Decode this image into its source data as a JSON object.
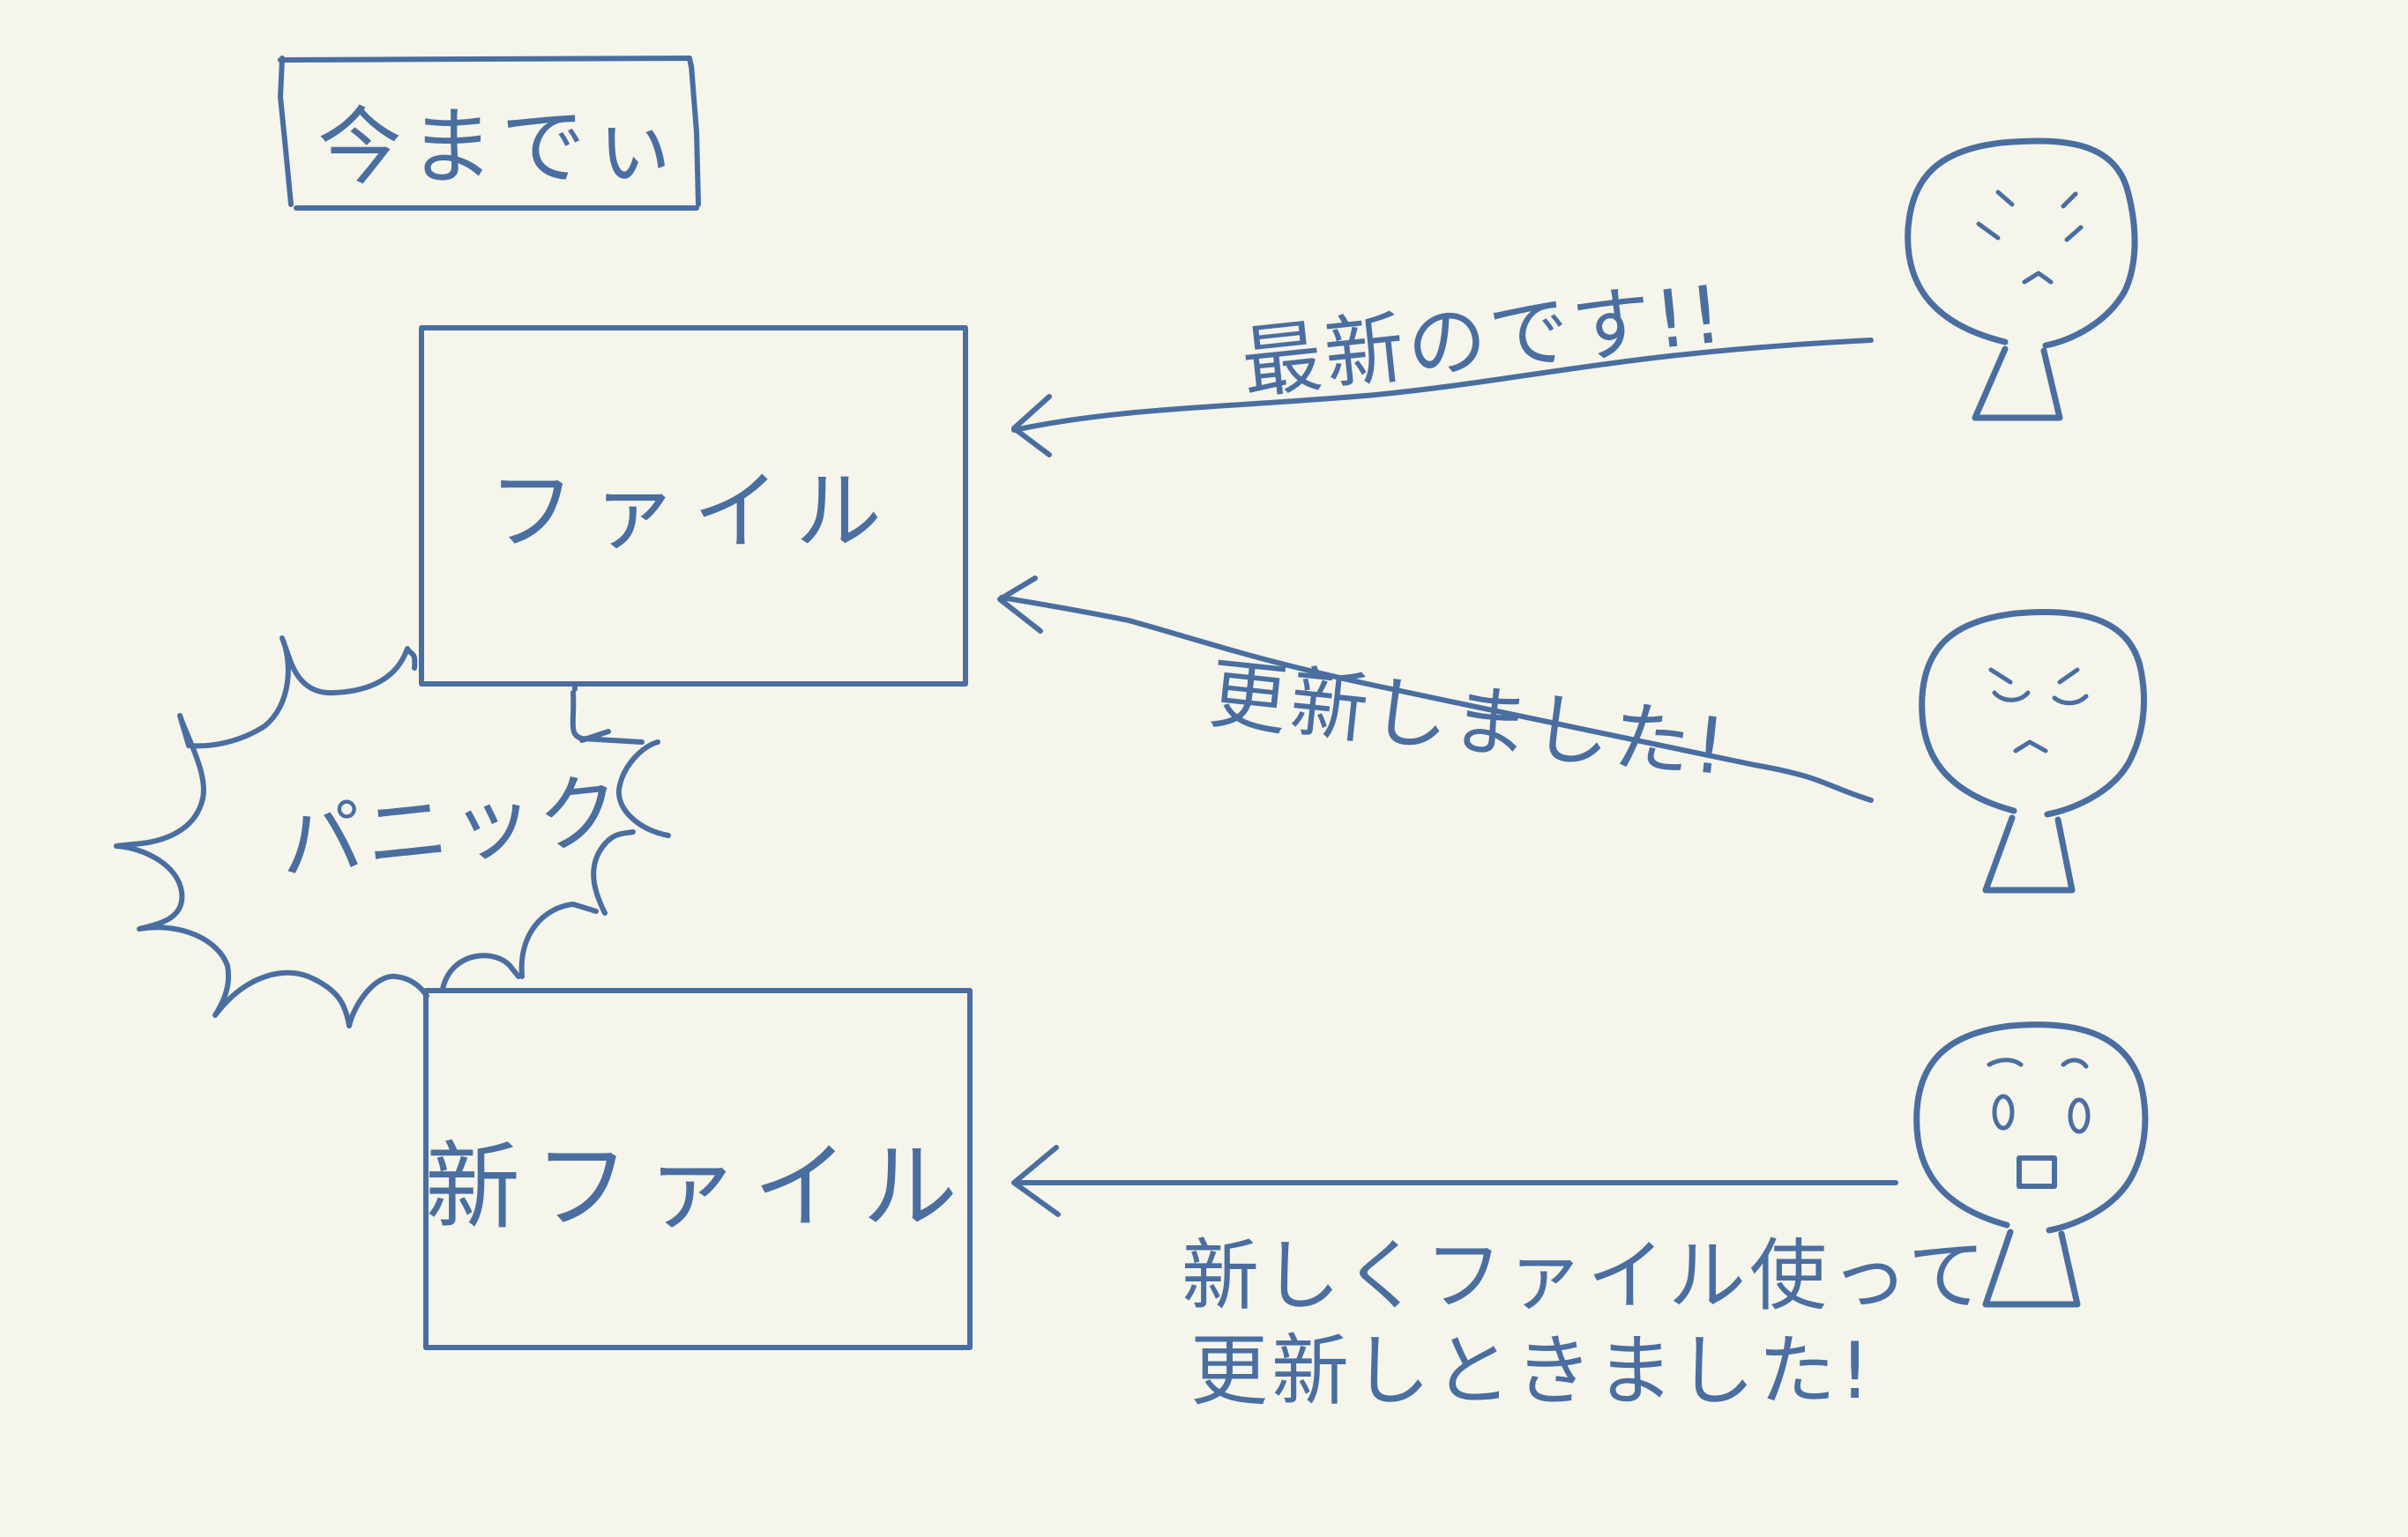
{
  "header_label": "今までぃ",
  "file_box": {
    "label": "ファイル"
  },
  "new_file_box": {
    "label": "新ファイル"
  },
  "panic_label": "パニック",
  "messages": {
    "latest": "最新のです!!",
    "updated": "更新しました!",
    "new_file_line1": "新しくファイル使って",
    "new_file_line2": "更新しときました!"
  },
  "colors": {
    "ink": "#4a6ea0",
    "background": "#f5f5ec"
  },
  "people": [
    {
      "expression": "angry"
    },
    {
      "expression": "annoyed"
    },
    {
      "expression": "surprised"
    }
  ]
}
